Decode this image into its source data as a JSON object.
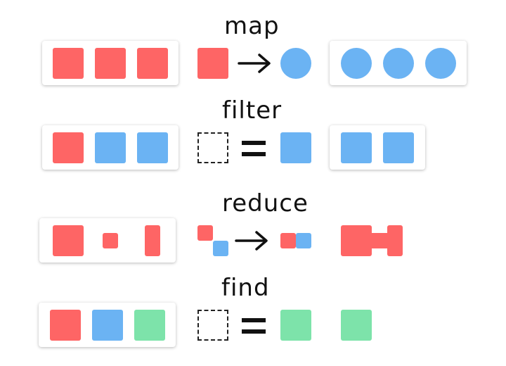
{
  "colors": {
    "red": "#fe6565",
    "blue": "#6bb3f3",
    "green": "#7de3aa",
    "ink": "#111111"
  },
  "operations": [
    {
      "title": "map",
      "input": [
        "red-square",
        "red-square",
        "red-square"
      ],
      "transform": {
        "in": [
          "red-square"
        ],
        "operator": "arrow",
        "out": [
          "blue-circle"
        ]
      },
      "output": [
        "blue-circle",
        "blue-circle",
        "blue-circle"
      ]
    },
    {
      "title": "filter",
      "input": [
        "red-square",
        "blue-square",
        "blue-square"
      ],
      "transform": {
        "in": [
          "empty-dashed-square"
        ],
        "operator": "equals",
        "out": [
          "blue-square"
        ]
      },
      "output": [
        "blue-square",
        "blue-square"
      ]
    },
    {
      "title": "reduce",
      "input": [
        "red-large-square",
        "red-small-square",
        "red-tall-bar"
      ],
      "transform": {
        "in": [
          "red-small-square",
          "blue-small-square"
        ],
        "operator": "arrow",
        "out": [
          "red-small-square",
          "blue-small-square"
        ]
      },
      "output": [
        "combined-red-shape"
      ]
    },
    {
      "title": "find",
      "input": [
        "red-square",
        "blue-square",
        "green-square"
      ],
      "transform": {
        "in": [
          "empty-dashed-square"
        ],
        "operator": "equals",
        "out": [
          "green-square"
        ]
      },
      "output": [
        "green-square"
      ]
    }
  ]
}
